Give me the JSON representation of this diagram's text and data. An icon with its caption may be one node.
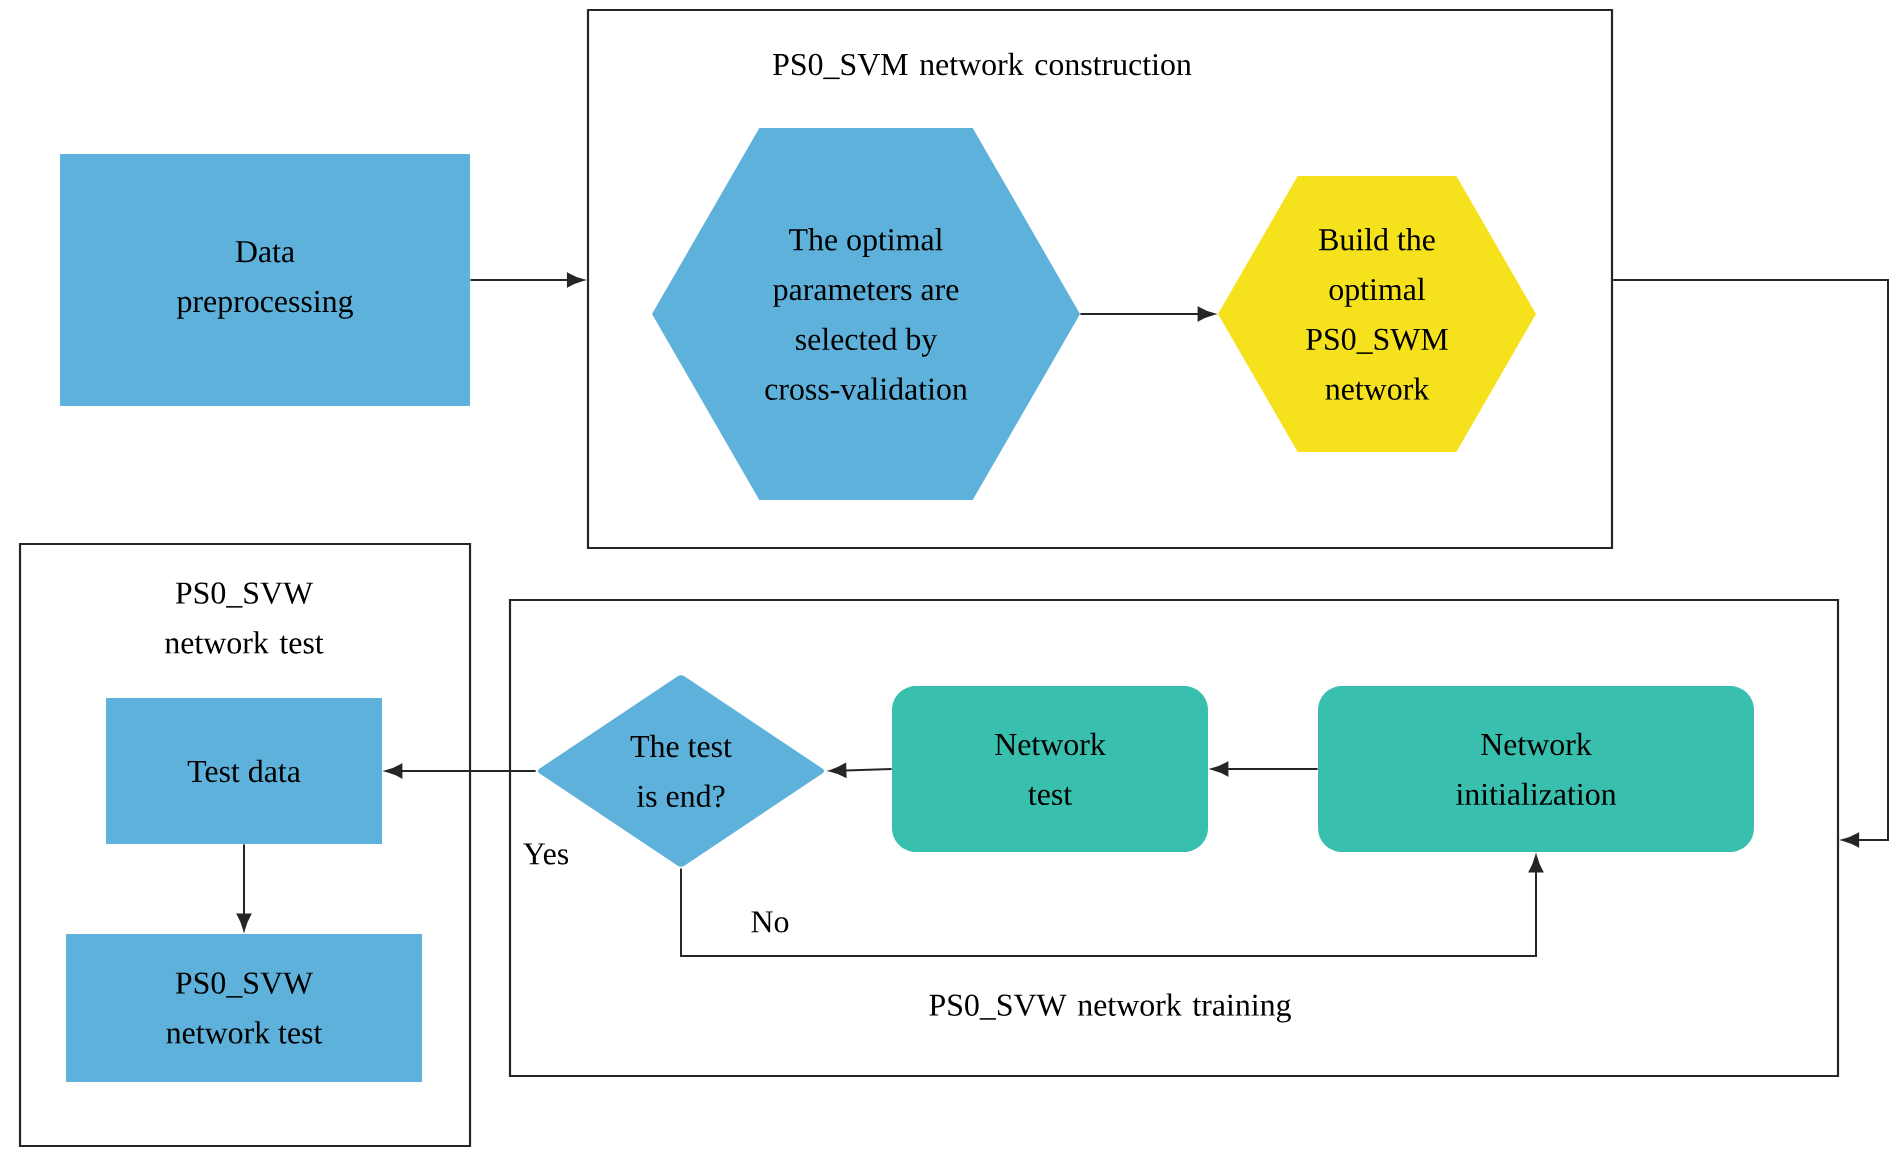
{
  "diagram": {
    "nodes": [
      {
        "text": [
          "Data preprocessing"
        ]
      },
      {
        "text": [
          "PS0_SVM network construction"
        ]
      },
      {
        "text": [
          "The optimal parameters are selected by cross-validation"
        ],
        "in": 1
      },
      {
        "text": [
          "Build the optimal PS0_SWM network"
        ],
        "in": 1
      },
      {
        "text": [
          "PS0_SVW network test"
        ]
      },
      {
        "text": [
          "Test data"
        ],
        "in": 4
      },
      {
        "text": [
          "PS0_SVW network test"
        ],
        "in": 4
      },
      {
        "text": [
          "PS0_SVW network training"
        ]
      },
      {
        "text": [
          "The test is end?"
        ],
        "in": 7
      },
      {
        "text": [
          "Network test"
        ],
        "in": 7
      },
      {
        "text": [
          "Network initialization"
        ],
        "in": 7
      }
    ],
    "edges": [
      {
        "from": 0,
        "to": 1,
        "arrow": "to"
      },
      {
        "from": 2,
        "to": 3,
        "arrow": "to"
      },
      {
        "from": 1,
        "to": 7,
        "arrow": "to"
      },
      {
        "from": 10,
        "to": 9,
        "arrow": "to"
      },
      {
        "from": 9,
        "to": 8,
        "arrow": "to"
      },
      {
        "from": 8,
        "to": 5,
        "arrow": "to",
        "label": "Yes"
      },
      {
        "from": 8,
        "to": 10,
        "arrow": "to",
        "label": "No"
      },
      {
        "from": 5,
        "to": 6,
        "arrow": "to"
      }
    ]
  }
}
